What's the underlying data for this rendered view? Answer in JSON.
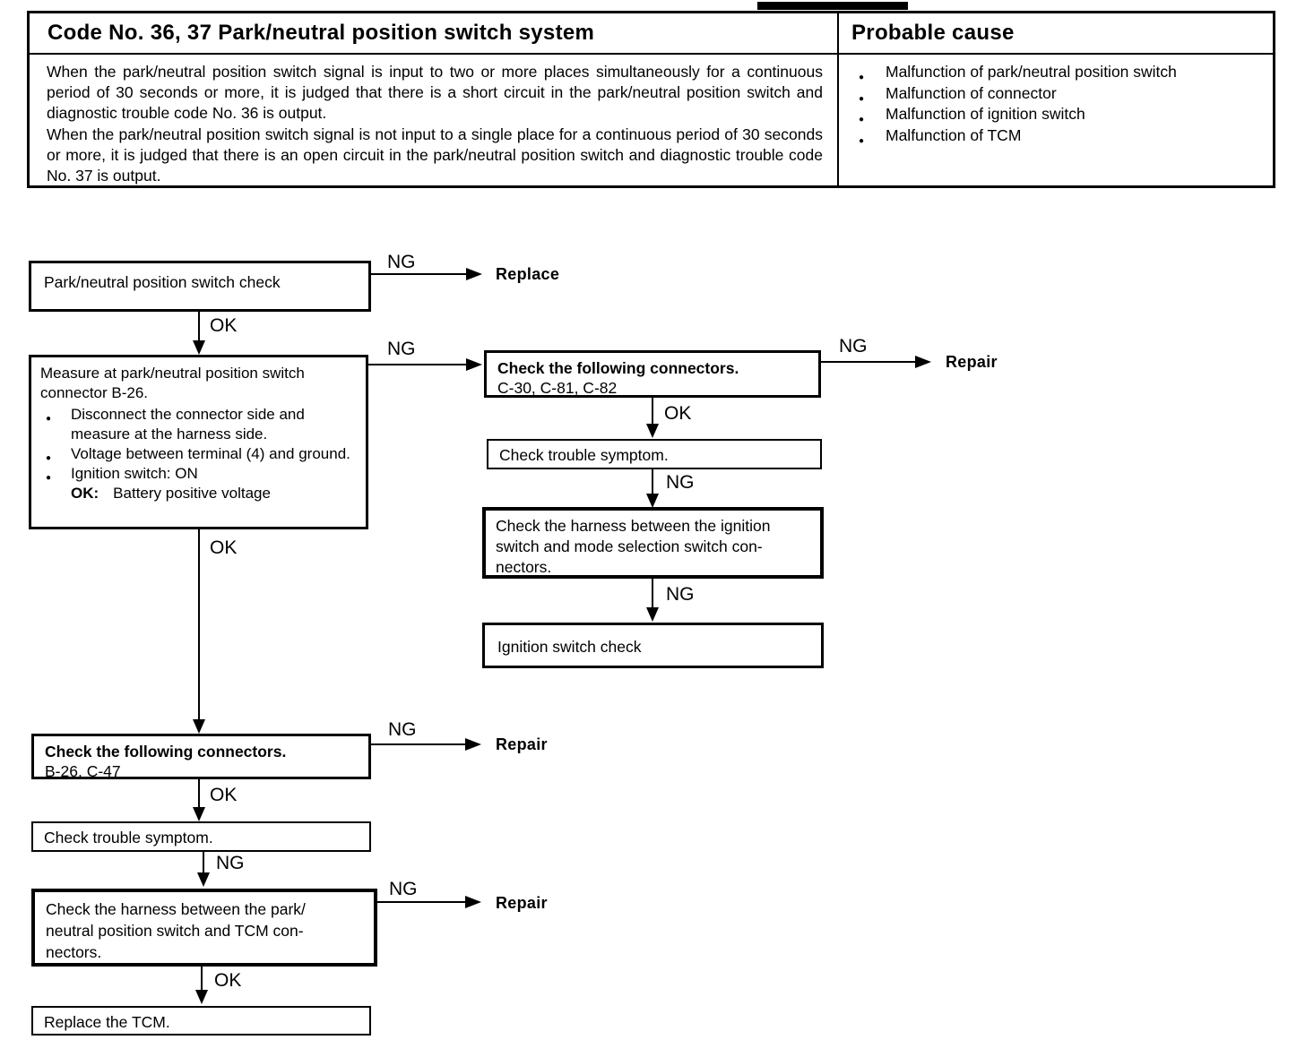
{
  "document": {
    "header": {
      "title": "Code No. 36, 37 Park/neutral position switch system",
      "paragraphs": [
        "When the park/neutral position switch signal is input to two or more places simultaneously for a continuous period of 30 seconds or more, it is judged that there is a short circuit in the park/neutral position switch and diagnostic trouble code No. 36 is output.",
        "When the park/neutral position switch signal is not input to a single place for a continuous period of 30 seconds or more, it is judged that there is an open circuit in the park/neutral position switch and diagnostic trouble code No. 37 is output."
      ],
      "probable_cause": {
        "title": "Probable cause",
        "items": [
          "Malfunction of park/neutral position switch",
          "Malfunction of connector",
          "Malfunction of ignition switch",
          "Malfunction of TCM"
        ]
      }
    },
    "flowchart": {
      "labels": {
        "ng": "NG",
        "ok": "OK"
      },
      "results": {
        "replace": "Replace",
        "repair": "Repair"
      },
      "boxes": {
        "pn_switch_check": {
          "text": "Park/neutral position switch check"
        },
        "measure_b26": {
          "intro": "Measure at park/neutral position switch connector B-26.",
          "bullets": [
            "Disconnect the connector side and measure at the harness side.",
            "Voltage between terminal (4) and ground.",
            "Ignition switch: ON"
          ],
          "ok_prefix": "OK:",
          "ok_text": "Battery positive voltage"
        },
        "connectors_c30": {
          "title": "Check the following connectors.",
          "detail": "C-30, C-81, C-82"
        },
        "symptom_right": {
          "text": "Check trouble symptom."
        },
        "harness_ignition": {
          "lines": [
            "Check the harness between the ignition",
            "switch and mode selection switch con-",
            "nectors."
          ]
        },
        "ignition_switch_check": {
          "text": "Ignition switch check"
        },
        "connectors_b26": {
          "title": "Check the following connectors.",
          "detail": "B-26, C-47"
        },
        "symptom_left": {
          "text": "Check trouble symptom."
        },
        "harness_tcm": {
          "lines": [
            "Check the harness between the park/",
            "neutral position switch and TCM con-",
            "nectors."
          ]
        },
        "replace_tcm": {
          "text": "Replace the TCM."
        }
      }
    }
  }
}
